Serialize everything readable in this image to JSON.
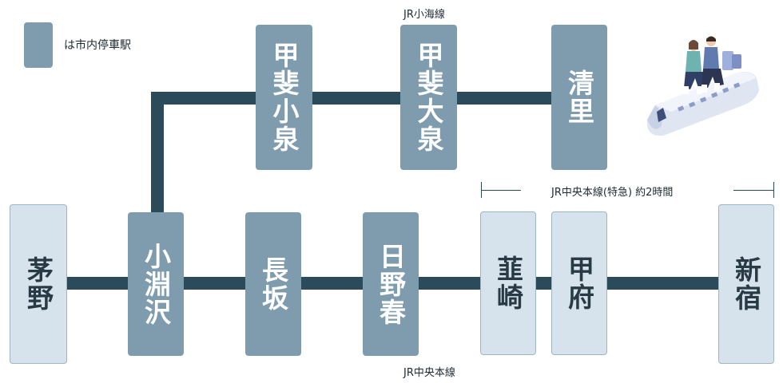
{
  "legend": {
    "text": "は市内停車駅"
  },
  "lines": {
    "koumi": "JR小海線",
    "chuo": "JR中央本線",
    "express": "JR中央本線(特急) 約2時間"
  },
  "stations": {
    "chino": "茅野",
    "kobuchizawa": "小淵沢",
    "nagasaka": "長坂",
    "hinoharu": "日野春",
    "nirasaki": "韮崎",
    "kofu": "甲府",
    "shinjuku": "新宿",
    "kaikoizumi": "甲斐小泉",
    "kaioizumi": "甲斐大泉",
    "kiyosato": "清里"
  },
  "colors": {
    "line": "#2b4b5b",
    "city_station": "#7f9caf",
    "other_station": "#d6e3ec"
  },
  "illustration": "couple-on-train-illustration"
}
